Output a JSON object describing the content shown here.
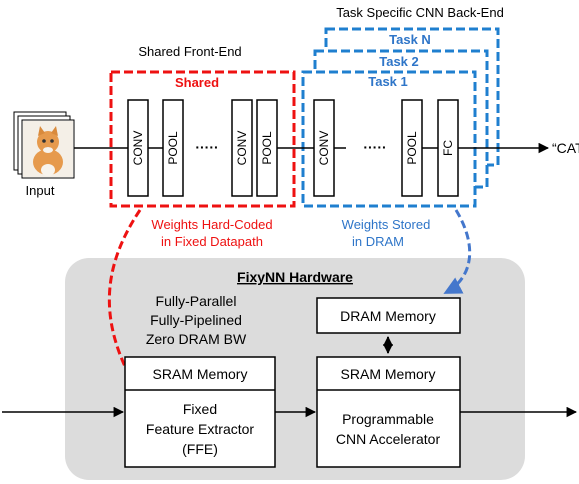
{
  "top_title": "Task Specific CNN Back-End",
  "front_end_title": "Shared Front-End",
  "shared_label": "Shared",
  "tasks": [
    "Task N",
    "Task 2",
    "Task 1"
  ],
  "input_label": "Input",
  "output_label": "“CAT”",
  "frontend_layers": [
    "CONV",
    "POOL",
    "CONV",
    "POOL"
  ],
  "backend_layers": [
    "CONV",
    "POOL",
    "FC"
  ],
  "ellipsis": "·····",
  "weights_hardcoded": [
    "Weights Hard-Coded",
    "in Fixed Datapath"
  ],
  "weights_stored": [
    "Weights Stored",
    "in DRAM"
  ],
  "hardware_title": "FixyNN Hardware",
  "ffe_notes": [
    "Fully-Parallel",
    "Fully-Pipelined",
    "Zero DRAM BW"
  ],
  "dram_memory": "DRAM Memory",
  "sram_memory_left": "SRAM Memory",
  "sram_memory_right": "SRAM Memory",
  "ffe_label": [
    "Fixed",
    "Feature Extractor",
    "(FFE)"
  ],
  "accel_label": [
    "Programmable",
    "CNN Accelerator"
  ],
  "colors": {
    "red": "#ee1111",
    "blue": "#1f7fcf",
    "blue_text": "#2e75c8",
    "hardware_bg": "#dcdcdc",
    "cat": "#e69a4d"
  }
}
